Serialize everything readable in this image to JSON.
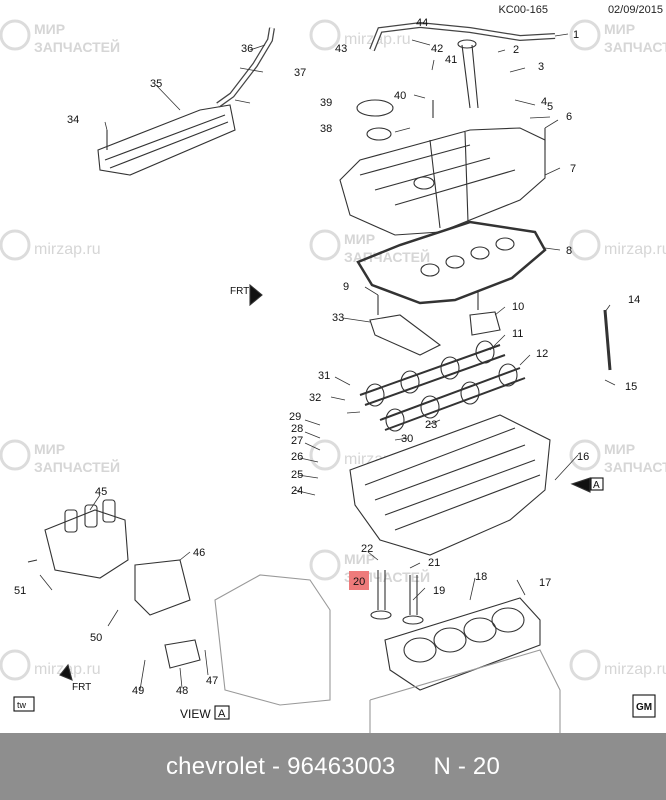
{
  "header": {
    "code": "KC00-165",
    "date": "02/09/2015"
  },
  "callouts": [
    "1",
    "2",
    "3",
    "4",
    "5",
    "6",
    "7",
    "8",
    "9",
    "10",
    "11",
    "12",
    "14",
    "15",
    "16",
    "17",
    "18",
    "19",
    "20",
    "21",
    "22",
    "23",
    "24",
    "25",
    "26",
    "27",
    "28",
    "29",
    "30",
    "31",
    "32",
    "33",
    "34",
    "35",
    "36",
    "37",
    "38",
    "39",
    "40",
    "41",
    "42",
    "43",
    "44",
    "45",
    "46",
    "47",
    "48",
    "49",
    "50",
    "51"
  ],
  "labels": {
    "frt_top": "FRT",
    "frt_bottom": "FRT",
    "view_arrow_letter": "A",
    "view_label": "VIEW",
    "view_letter": "A",
    "tw_badge": "tw",
    "gm_logo": "GM"
  },
  "watermark": {
    "brand_line1": "МИР",
    "brand_line2": "ЗАПЧАСТЕЙ",
    "site": "mirzap.ru"
  },
  "caption": {
    "brand_part": "chevrolet - 96463003",
    "position": "N - 20"
  },
  "colors": {
    "highlight": "#ee7b7b",
    "bar": "#8e8e8e",
    "watermark": "#d2d2d2"
  }
}
